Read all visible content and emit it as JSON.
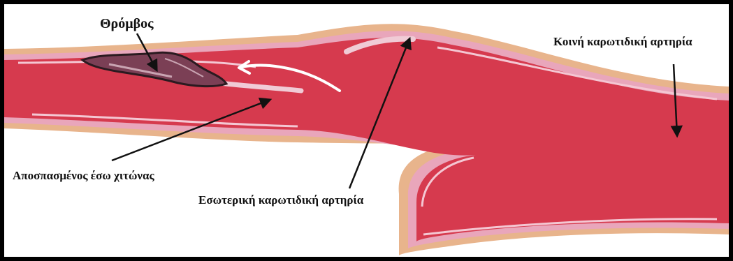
{
  "labels": {
    "thrombus": "Θρόμβος",
    "common_carotid": "Κοινή καρωτιδική αρτηρία",
    "detached_intima": "Αποσπασμένος έσω χιτώνας",
    "internal_carotid": "Εσωτερική καρωτιδική αρτηρία"
  },
  "colors": {
    "frame": "#000000",
    "background": "#ffffff",
    "adventitia": "#e8b48c",
    "intima": "#e9a6bb",
    "lumen": "#d63a4e",
    "thrombus": "#7b3f55",
    "thrombus_outline": "#2b1a20",
    "flow_arrow": "#ffffff",
    "pointer": "#111111"
  }
}
